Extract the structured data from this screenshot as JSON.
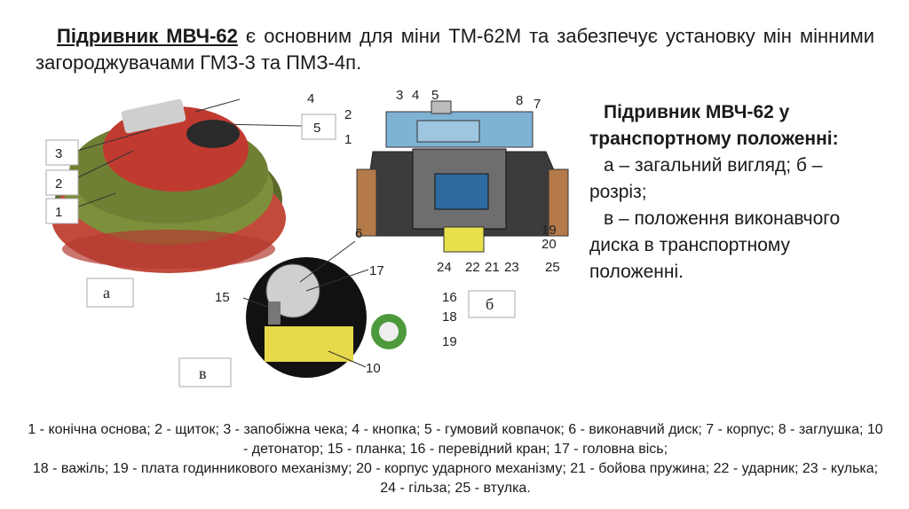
{
  "intro": {
    "bold": "Підривник МВЧ-62",
    "rest": " є основним для міни ТМ-62М та забезпечує установку мін мінними загороджувачами ГМЗ-3 та ПМЗ-4п."
  },
  "caption": {
    "title": "Підривник МВЧ-62 у транспортному положенні:",
    "line_a": "а – загальний вигляд; б – розріз;",
    "line_v": "в – положення виконавчого диска в транспортному положенні."
  },
  "figure": {
    "panel_a": "а",
    "panel_b": "б",
    "panel_v": "в",
    "a_labels": [
      "4",
      "5",
      "3",
      "2",
      "1"
    ],
    "b_top": [
      "3",
      "4",
      "5",
      "8",
      "7"
    ],
    "b_left": [
      "2",
      "1"
    ],
    "b_right": [
      "19",
      "20",
      "25"
    ],
    "b_bottom": [
      "24",
      "22",
      "21",
      "23"
    ],
    "v_labels": [
      "6",
      "17",
      "15",
      "10"
    ],
    "side_labels": [
      "16",
      "18",
      "19"
    ]
  },
  "legend": {
    "line1": "1 - конічна основа; 2 - щиток; 3 - запобіжна чека; 4 - кнопка; 5 - гумовий ковпачок; 6 - виконавчий диск; 7 - корпус; 8 - заглушка; 10 - детонатор; 15 - планка; 16 - перевідний кран; 17 - головна вісь;",
    "line2": "18 - важіль; 19 - плата годинникового механізму; 20 - корпус ударного механізму; 21 - бойова пружина; 22 - ударник; 23 - кулька; 24 - гільза; 25 - втулка."
  }
}
